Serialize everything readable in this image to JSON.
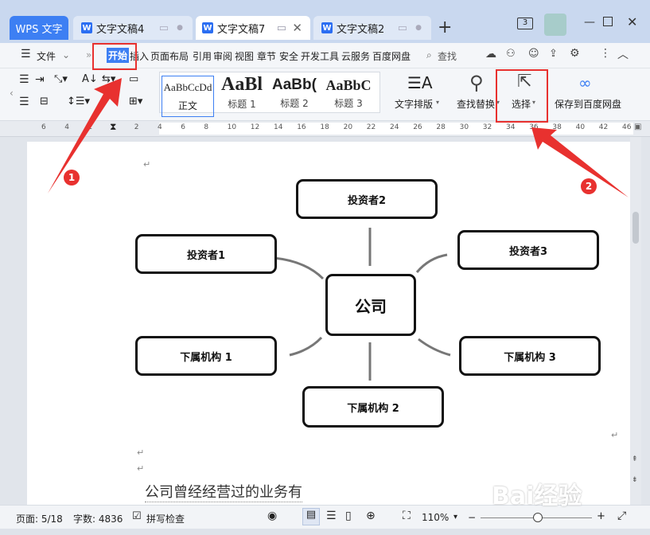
{
  "tabs": [
    {
      "label": "WPS 文字",
      "active": false
    },
    {
      "label": "文字文稿4",
      "active": false
    },
    {
      "label": "文字文稿7",
      "active": true
    },
    {
      "label": "文字文稿2",
      "active": false
    }
  ],
  "new_tab": "+",
  "window_badge": "3",
  "menu": {
    "file": "文件",
    "items": [
      "开始",
      "插入",
      "页面布局",
      "引用",
      "审阅",
      "视图",
      "章节",
      "安全",
      "开发工具",
      "云服务",
      "百度网盘"
    ],
    "search": "查找"
  },
  "toolbar": {
    "styles": [
      {
        "preview": "AaBbCcDd",
        "label": "正文"
      },
      {
        "preview": "AaBl",
        "label": "标题 1"
      },
      {
        "preview": "AaBb(",
        "label": "标题 2"
      },
      {
        "preview": "AaBbC",
        "label": "标题 3"
      }
    ],
    "text_layout": "文字排版",
    "find_replace": "查找替换",
    "select": "选择",
    "save_baidu": "保存到百度网盘"
  },
  "ruler_ticks": [
    "6",
    "4",
    "2",
    "",
    "2",
    "4",
    "6",
    "8",
    "10",
    "12",
    "14",
    "16",
    "18",
    "20",
    "22",
    "24",
    "26",
    "28",
    "30",
    "32",
    "34",
    "36",
    "38",
    "40",
    "42",
    "46"
  ],
  "diagram": {
    "center": "公司",
    "top": "投资者2",
    "left_top": "投资者1",
    "right_top": "投资者3",
    "left_bottom": "下属机构 1",
    "right_bottom": "下属机构 3",
    "bottom": "下属机构 2"
  },
  "doc_text": "公司曾经经营过的业务有",
  "status": {
    "page": "页面: 5/18",
    "words": "字数: 4836",
    "spell": "拼写检查",
    "zoom": "110%"
  },
  "annotations": {
    "one": "1",
    "two": "2"
  },
  "watermark": "Bai经验",
  "colors": {
    "accent": "#2b6ef2",
    "annotation": "#e8312f"
  }
}
